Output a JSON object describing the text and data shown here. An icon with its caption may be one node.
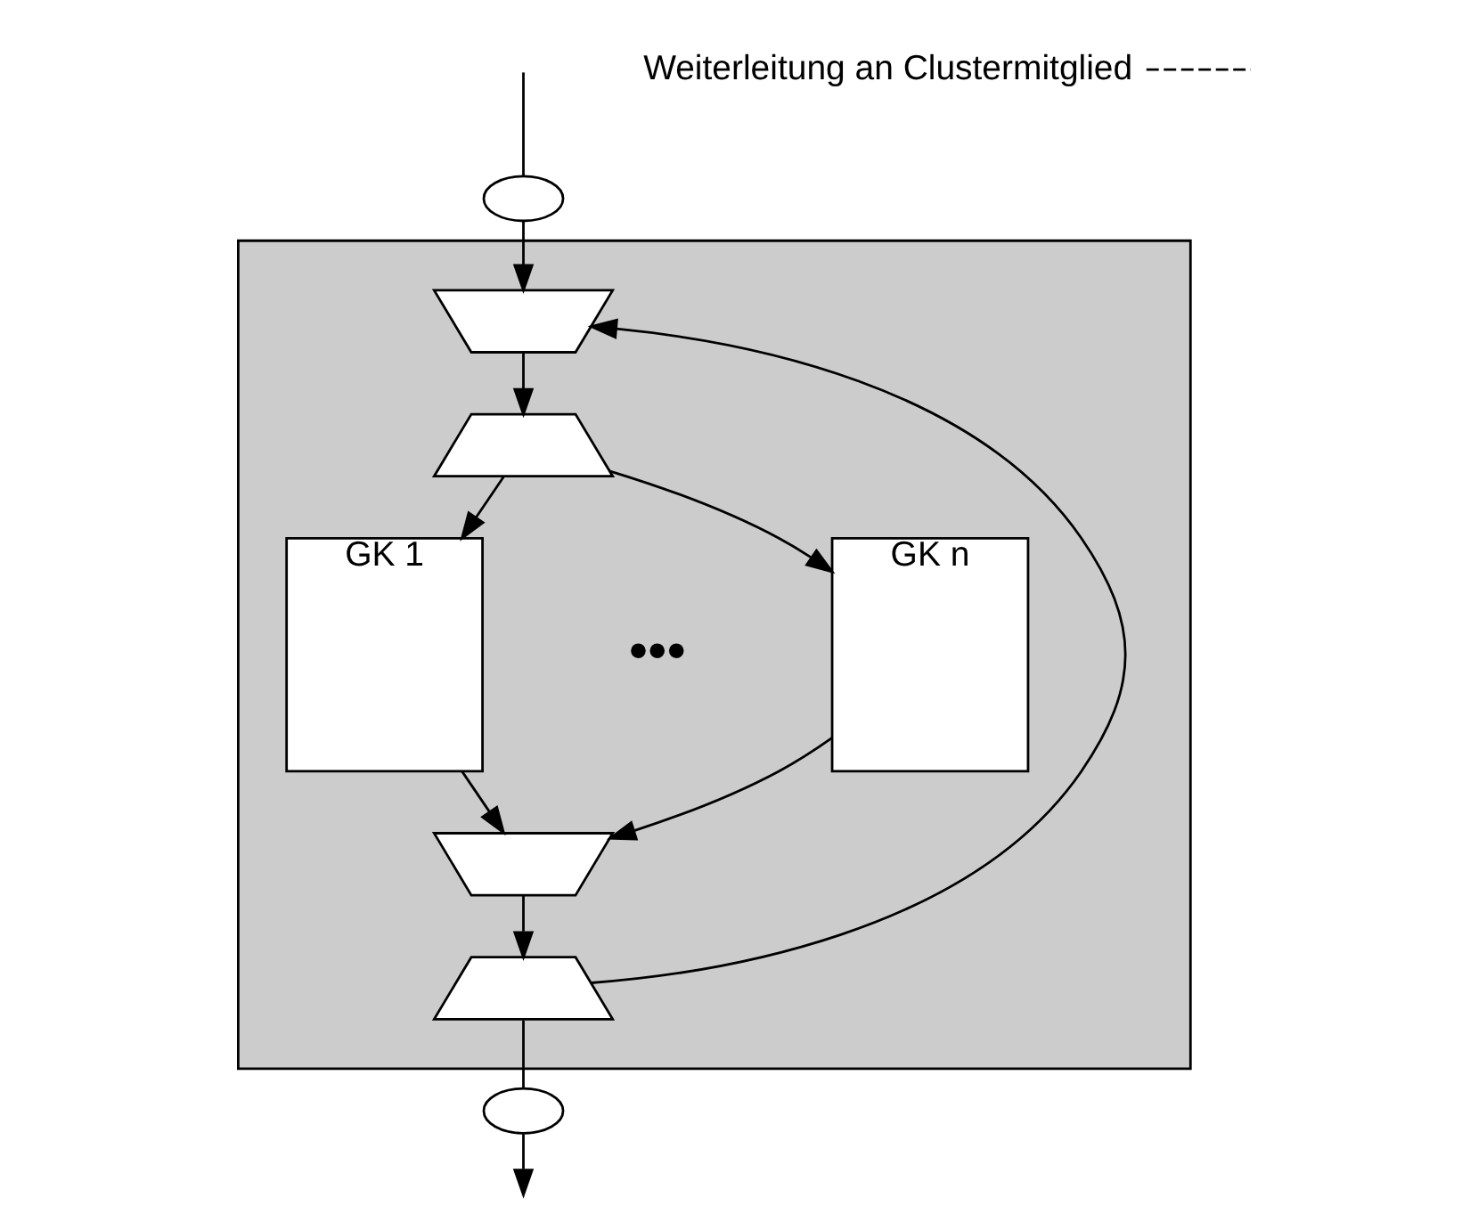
{
  "diagram": {
    "nodes": [
      {
        "text": [],
        "shape": "box"
      },
      {
        "text": [],
        "shape": "ellipse"
      },
      {
        "text": [],
        "shape": "trapezoid",
        "in": 0
      },
      {
        "text": [],
        "shape": "trapezoid",
        "in": 0
      },
      {
        "text": [
          "GK 1"
        ],
        "in": 0
      },
      {
        "text": [
          "GK n"
        ],
        "in": 0
      },
      {
        "text": [],
        "shape": "trapezoid",
        "in": 0
      },
      {
        "text": [],
        "shape": "trapezoid",
        "in": 0
      },
      {
        "text": [],
        "shape": "ellipse"
      },
      {
        "text": [
          "Weiterleitung an Clustermitglied"
        ]
      }
    ],
    "edges": [
      {
        "from": null,
        "to": 1,
        "arrow": "none"
      },
      {
        "from": 1,
        "to": 2,
        "arrow": "to"
      },
      {
        "from": 2,
        "to": 3,
        "arrow": "to"
      },
      {
        "from": 3,
        "to": 4,
        "arrow": "to"
      },
      {
        "from": 3,
        "to": 5,
        "arrow": "to"
      },
      {
        "from": 4,
        "to": 6,
        "arrow": "to"
      },
      {
        "from": 5,
        "to": 6,
        "arrow": "to"
      },
      {
        "from": 6,
        "to": 7,
        "arrow": "to"
      },
      {
        "from": 7,
        "to": 2,
        "arrow": "to"
      },
      {
        "from": 7,
        "to": 8,
        "arrow": "none"
      },
      {
        "from": 8,
        "to": null,
        "arrow": "to"
      },
      {
        "from": 9,
        "to": null,
        "arrow": "none",
        "style": "dashed"
      }
    ],
    "labels": [
      "•••"
    ]
  }
}
